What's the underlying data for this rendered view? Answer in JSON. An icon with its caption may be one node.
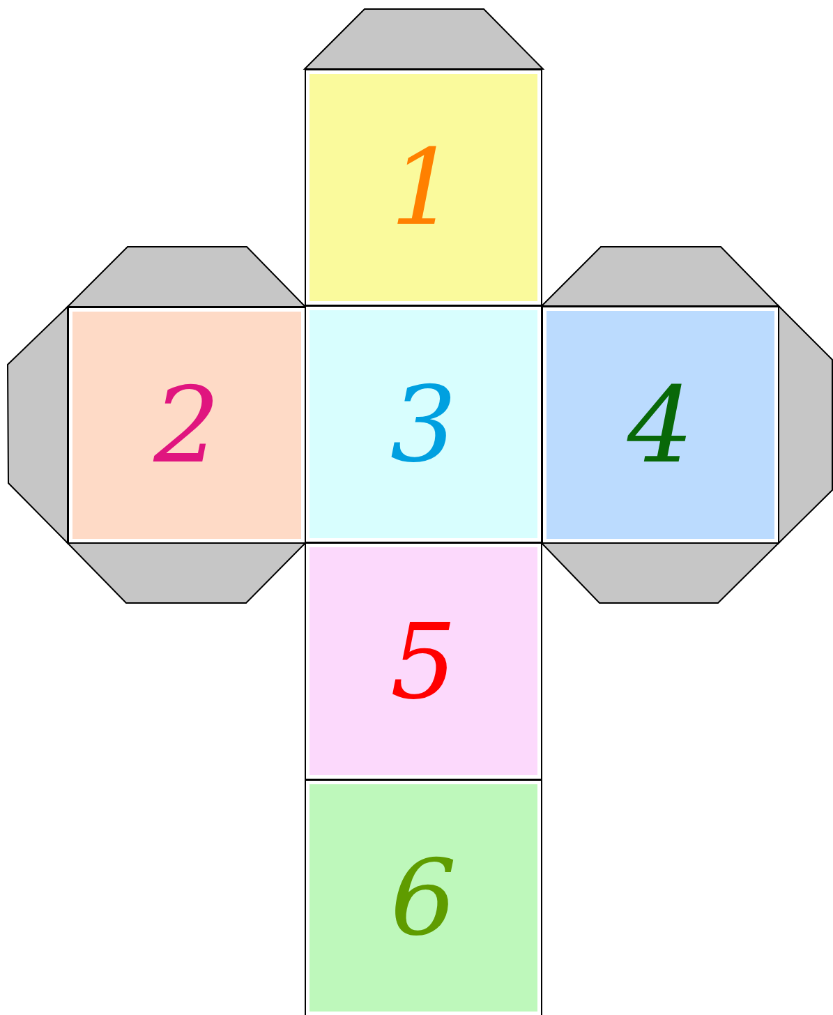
{
  "diagram": {
    "nodes": [
      {
        "text": [],
        "shape": "trapezoid"
      },
      {
        "text": [
          "1"
        ]
      },
      {
        "text": [],
        "shape": "trapezoid"
      },
      {
        "text": [],
        "shape": "trapezoid"
      },
      {
        "text": [],
        "shape": "trapezoid"
      },
      {
        "text": [
          "2"
        ]
      },
      {
        "text": [
          "3"
        ]
      },
      {
        "text": [
          "4"
        ]
      },
      {
        "text": [],
        "shape": "trapezoid"
      },
      {
        "text": [],
        "shape": "trapezoid"
      },
      {
        "text": [],
        "shape": "trapezoid"
      },
      {
        "text": [
          "5"
        ]
      },
      {
        "text": [
          "6"
        ]
      }
    ]
  }
}
